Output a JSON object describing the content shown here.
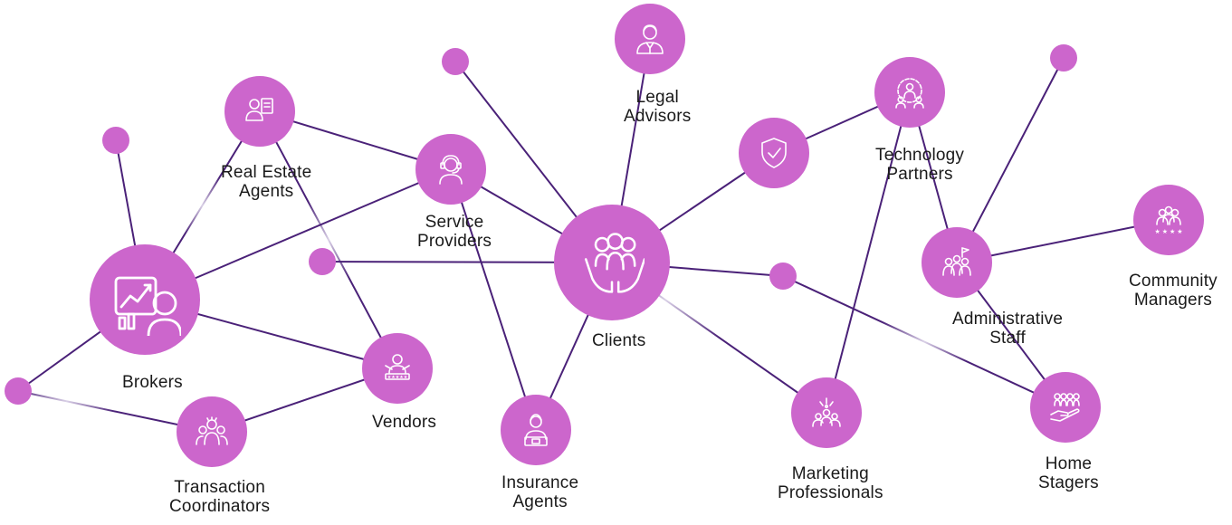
{
  "colors": {
    "node_fill": "#cc66cc",
    "link_stroke": "#4a2178",
    "link_faded": "#d9d0e6",
    "icon_stroke": "#ffffff",
    "label_text": "#1a1a1a"
  },
  "nodes": [
    {
      "id": "brokers",
      "icon": "chart-person-icon",
      "label": [
        "Brokers"
      ]
    },
    {
      "id": "real_estate_agents",
      "icon": "agent-id-card-icon",
      "label": [
        "Real Estate",
        "Agents"
      ]
    },
    {
      "id": "service_providers",
      "icon": "headset-person-icon",
      "label": [
        "Service",
        "Providers"
      ]
    },
    {
      "id": "clients",
      "icon": "hands-group-icon",
      "label": [
        "Clients"
      ]
    },
    {
      "id": "legal_advisors",
      "icon": "lawyer-icon",
      "label": [
        "Legal",
        "Advisors"
      ]
    },
    {
      "id": "security",
      "icon": "shield-check-icon",
      "label": []
    },
    {
      "id": "technology_partners",
      "icon": "gear-team-icon",
      "label": [
        "Technology",
        "Partners"
      ]
    },
    {
      "id": "administrative_staff",
      "icon": "team-flag-icon",
      "label": [
        "Administrative",
        "Staff"
      ]
    },
    {
      "id": "community_managers",
      "icon": "community-stars-icon",
      "label": [
        "Community",
        "Managers"
      ]
    },
    {
      "id": "vendors",
      "icon": "vendor-stars-icon",
      "label": [
        "Vendors"
      ]
    },
    {
      "id": "transaction_coordinators",
      "icon": "coordinators-icon",
      "label": [
        "Transaction",
        "Coordinators"
      ]
    },
    {
      "id": "insurance_agents",
      "icon": "insurance-agent-icon",
      "label": [
        "Insurance",
        "Agents"
      ]
    },
    {
      "id": "marketing_professionals",
      "icon": "marketing-team-icon",
      "label": [
        "Marketing",
        "Professionals"
      ]
    },
    {
      "id": "home_stagers",
      "icon": "hand-people-icon",
      "label": [
        "Home",
        "Stagers"
      ]
    },
    {
      "id": "dot_a",
      "icon": "",
      "label": []
    },
    {
      "id": "dot_b",
      "icon": "",
      "label": []
    },
    {
      "id": "dot_c",
      "icon": "",
      "label": []
    },
    {
      "id": "dot_d",
      "icon": "",
      "label": []
    },
    {
      "id": "dot_e",
      "icon": "",
      "label": []
    },
    {
      "id": "dot_f",
      "icon": "",
      "label": []
    }
  ],
  "links": [
    {
      "from": "dot_b",
      "to": "brokers"
    },
    {
      "from": "brokers",
      "to": "real_estate_agents",
      "style": "faded_mid"
    },
    {
      "from": "real_estate_agents",
      "to": "service_providers"
    },
    {
      "from": "real_estate_agents",
      "to": "vendors",
      "style": "faded_mid"
    },
    {
      "from": "brokers",
      "to": "service_providers"
    },
    {
      "from": "brokers",
      "to": "vendors"
    },
    {
      "from": "brokers",
      "to": "dot_f"
    },
    {
      "from": "dot_f",
      "to": "transaction_coordinators",
      "style": "faded_start"
    },
    {
      "from": "transaction_coordinators",
      "to": "vendors"
    },
    {
      "from": "service_providers",
      "to": "clients"
    },
    {
      "from": "service_providers",
      "to": "insurance_agents"
    },
    {
      "from": "dot_a",
      "to": "clients"
    },
    {
      "from": "dot_c",
      "to": "clients"
    },
    {
      "from": "legal_advisors",
      "to": "clients"
    },
    {
      "from": "clients",
      "to": "insurance_agents"
    },
    {
      "from": "clients",
      "to": "marketing_professionals",
      "style": "faded_start"
    },
    {
      "from": "clients",
      "to": "dot_e"
    },
    {
      "from": "clients",
      "to": "security"
    },
    {
      "from": "security",
      "to": "technology_partners"
    },
    {
      "from": "technology_partners",
      "to": "marketing_professionals"
    },
    {
      "from": "technology_partners",
      "to": "administrative_staff"
    },
    {
      "from": "dot_d",
      "to": "administrative_staff"
    },
    {
      "from": "administrative_staff",
      "to": "community_managers"
    },
    {
      "from": "administrative_staff",
      "to": "home_stagers"
    },
    {
      "from": "dot_e",
      "to": "home_stagers",
      "style": "faded_mid"
    }
  ]
}
